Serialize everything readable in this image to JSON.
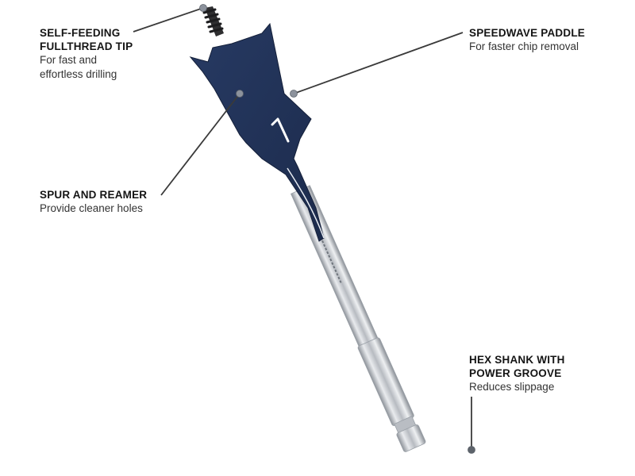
{
  "figure": {
    "subject": "Spade drill bit",
    "paddle_marking": "1",
    "colors": {
      "paddle": "#22335a",
      "paddle_dark": "#1a2745",
      "shank": "#c9ccd1",
      "leader_line": "#3a3a3a",
      "dot": "#8c929c",
      "text": "#141414"
    }
  },
  "callouts": [
    {
      "id": "tip",
      "title": "SELF-FEEDING\nFULLTHREAD TIP",
      "description": "For fast and\neffortless drilling"
    },
    {
      "id": "paddle",
      "title": "SPEEDWAVE PADDLE",
      "description": "For faster chip removal"
    },
    {
      "id": "spur",
      "title": "SPUR AND REAMER",
      "description": "Provide cleaner holes"
    },
    {
      "id": "shank",
      "title": "HEX SHANK WITH\nPOWER GROOVE",
      "description": "Reduces slippage"
    }
  ]
}
